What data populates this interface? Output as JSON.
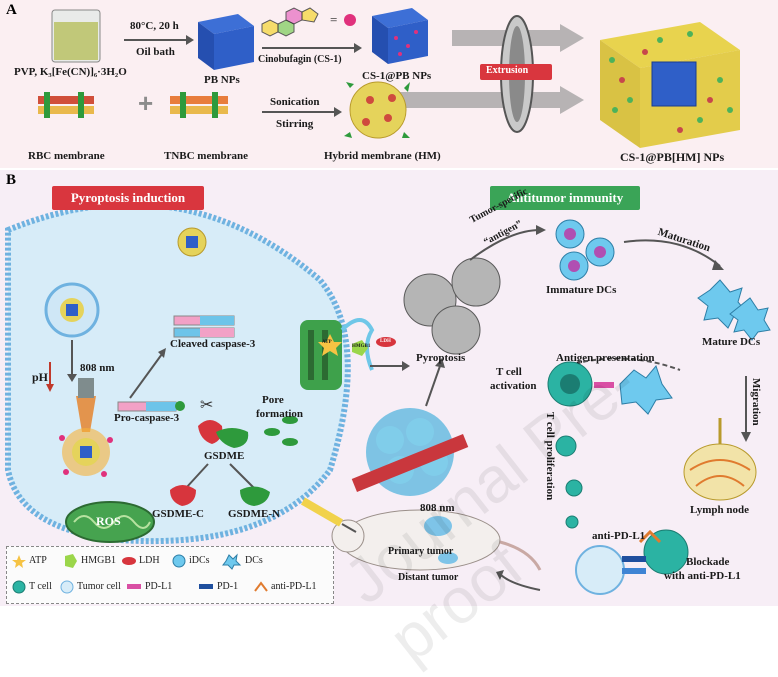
{
  "panel_a": {
    "letter": "A",
    "step1_reagent": "PVP, K₃[Fe(CN)]₆·3H₂O",
    "step1_conditions": [
      "80°C, 20 h",
      "Oil bath"
    ],
    "pb_label": "PB NPs",
    "cinobufagin_label": "Cinobufagin (CS-1)",
    "cs1pb_label": "CS-1@PB NPs",
    "extrusion_label": "Extrusion",
    "rbc_label": "RBC membrane",
    "tnbc_label": "TNBC membrane",
    "hybrid_steps": [
      "Sonication",
      "Stirring"
    ],
    "hybrid_label": "Hybrid membrane (HM)",
    "final_label": "CS-1@PB[HM] NPs",
    "plus_symbol": "+",
    "equals_symbol": "="
  },
  "panel_b": {
    "letter": "B",
    "pyroptosis_banner": "Pyroptosis induction",
    "antitumor_banner": "Antitumor immunity",
    "ph_label": "pH",
    "laser_label": "808 nm",
    "cleaved_caspase": "Cleaved caspase-3",
    "pro_caspase": "Pro-caspase-3",
    "gsdme": "GSDME",
    "gsdme_c": "GSDME-C",
    "gsdme_n": "GSDME-N",
    "pore_formation": [
      "Pore",
      "formation"
    ],
    "ros": "ROS",
    "release_tags": [
      "ATP",
      "HMGB1",
      "LDH"
    ],
    "pyroptosis": "Pyroptosis",
    "tumor_specific": [
      "Tumor-specific",
      "“antigen”"
    ],
    "immature_dcs": "Immature DCs",
    "maturation": "Maturation",
    "mature_dcs": "Mature DCs",
    "migration": "Migration",
    "lymph_node": "Lymph node",
    "antigen_presentation": "Antigen presentation",
    "t_cell_activation": [
      "T cell",
      "activation"
    ],
    "t_cell_proliferation": "T cell proliferation",
    "anti_pdl1": "anti-PD-L1",
    "blockade": [
      "Blockade",
      "with anti-PD-L1"
    ],
    "mouse_laser": "808 nm",
    "primary_tumor": "Primary tumor",
    "distant_tumor": "Distant tumor",
    "watermark": "Journal Pre-proof"
  },
  "legend": {
    "row1": [
      "ATP",
      "HMGB1",
      "LDH",
      "iDCs",
      "DCs"
    ],
    "row2": [
      "T cell",
      "Tumor cell",
      "PD-L1",
      "PD-1",
      "anti-PD-L1"
    ]
  },
  "colors": {
    "panel_a_bg": "#fbeff2",
    "panel_b_bg": "#f7eef6",
    "red_banner": "#d9363e",
    "green_banner": "#3aa457",
    "cell_fill": "#d7ecf8",
    "membrane": "#6fb2e0",
    "gsdme_green": "#2e9a3c",
    "tcell_teal": "#2bb3a3",
    "dc_blue": "#6ec9ee"
  }
}
